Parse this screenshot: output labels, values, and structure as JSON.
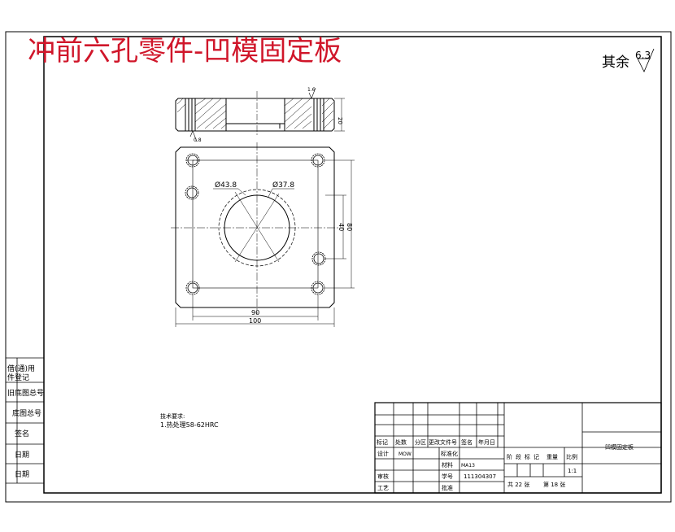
{
  "title": "冲前六孔零件-凹模固定板",
  "roughness": {
    "label": "其余",
    "value": "6.3",
    "section_value_top": "1.6",
    "section_value_bottom": "0.8"
  },
  "section_view": {
    "height_dim": "20"
  },
  "plan_view": {
    "dia_outer": "Ø43.8",
    "dia_inner": "Ø37.8",
    "dim_40": "40",
    "dim_80": "80",
    "dim_90": "90",
    "dim_100": "100"
  },
  "notes": {
    "heading": "技术要求:",
    "line1": "1.热处理58-62HRC"
  },
  "side_block": {
    "row1": "借(通)用",
    "row1b": "件登记",
    "row2": "旧底图总号",
    "row3": "底图总号",
    "row4": "签名",
    "row5": "日期",
    "row6": "日期"
  },
  "title_block": {
    "hdr_mark": "标记",
    "hdr_qty": "处数",
    "hdr_zone": "分区",
    "hdr_docno": "更改文件号",
    "hdr_sign": "签名",
    "hdr_date": "年月日",
    "design": "设计",
    "designer": "MOW",
    "std": "标准化",
    "material_label": "材料",
    "material": "MA13",
    "check": "审核",
    "student_label": "学号",
    "student_no": "111304307",
    "process": "工艺",
    "approve": "批准",
    "stage_mark": "阶段标记",
    "weight": "重量",
    "scale_label": "比例",
    "scale": "1:1",
    "sheets_total": "共 22 张",
    "sheet_no": "第 18 张",
    "drawing_name": "凹模固定板"
  }
}
